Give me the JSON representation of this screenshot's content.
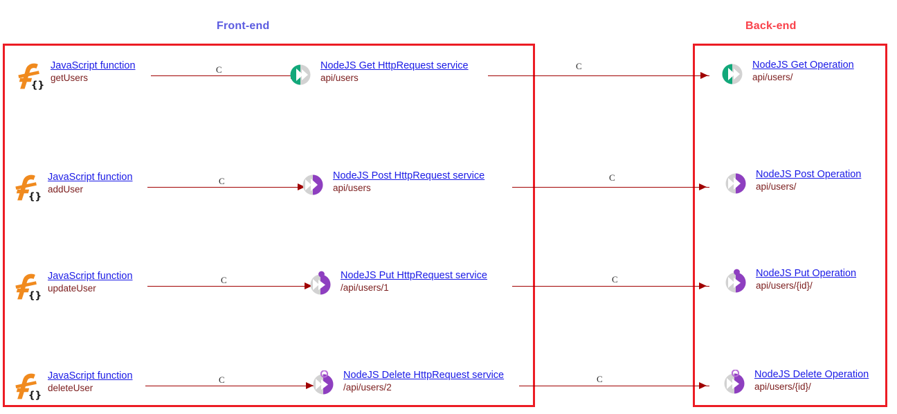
{
  "diagram": {
    "zones": [
      {
        "id": "frontend",
        "label": "Front-end",
        "color": "#5b5be0",
        "border_color": "#ec1c24"
      },
      {
        "id": "backend",
        "label": "Back-end",
        "color": "#f9414a",
        "border_color": "#ec1c24"
      }
    ],
    "connector_label": "C",
    "rows": [
      {
        "source": {
          "icon": "javascript-function-icon",
          "title": "JavaScript function",
          "sub": "getUsers"
        },
        "service": {
          "icon": "nodejs-get-service-icon",
          "title": "NodeJS Get HttpRequest service",
          "sub": "api/users"
        },
        "operation": {
          "icon": "nodejs-get-operation-icon",
          "title": "NodeJS Get Operation",
          "sub": "api/users/"
        }
      },
      {
        "source": {
          "icon": "javascript-function-icon",
          "title": "JavaScript function",
          "sub": "addUser"
        },
        "service": {
          "icon": "nodejs-post-service-icon",
          "title": "NodeJS Post HttpRequest service",
          "sub": "api/users"
        },
        "operation": {
          "icon": "nodejs-post-operation-icon",
          "title": "NodeJS Post Operation",
          "sub": "api/users/"
        }
      },
      {
        "source": {
          "icon": "javascript-function-icon",
          "title": "JavaScript function",
          "sub": "updateUser"
        },
        "service": {
          "icon": "nodejs-put-service-icon",
          "title": "NodeJS Put HttpRequest service",
          "sub": "/api/users/1"
        },
        "operation": {
          "icon": "nodejs-put-operation-icon",
          "title": "NodeJS Put Operation",
          "sub": "api/users/{id}/"
        }
      },
      {
        "source": {
          "icon": "javascript-function-icon",
          "title": "JavaScript function",
          "sub": "deleteUser"
        },
        "service": {
          "icon": "nodejs-delete-service-icon",
          "title": "NodeJS Delete HttpRequest service",
          "sub": "/api/users/2"
        },
        "operation": {
          "icon": "nodejs-delete-operation-icon",
          "title": "NodeJS Delete Operation",
          "sub": "api/users/{id}/"
        }
      }
    ],
    "colors": {
      "link": "#1a1ae6",
      "subtext": "#7b1d1d",
      "connector": "#a00000",
      "get_accent": "#12a87a",
      "method_accent": "#8e3fc0",
      "icon_gray": "#cfcfcf",
      "js_orange": "#f08a1e"
    }
  }
}
